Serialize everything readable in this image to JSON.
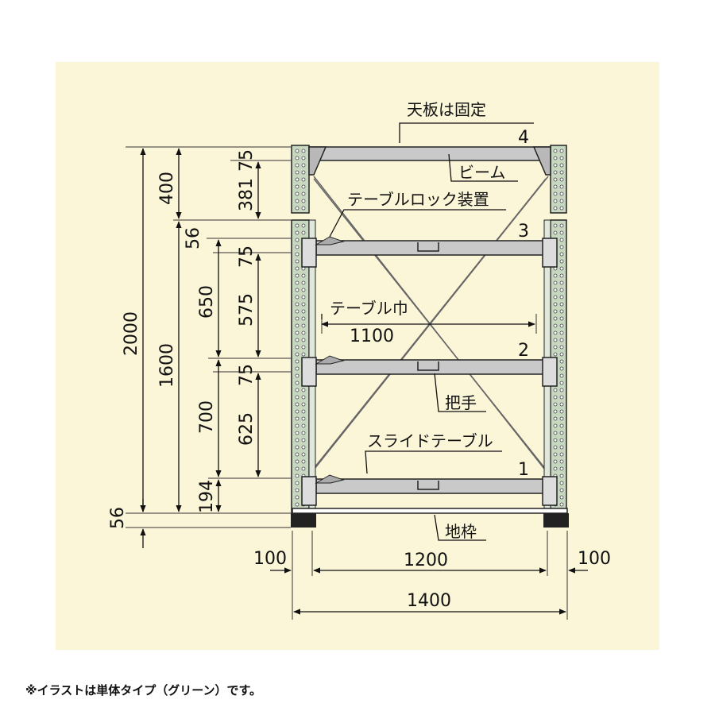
{
  "labels": {
    "top_fixed": "天板は固定",
    "beam": "ビーム",
    "table_lock": "テーブルロック装置",
    "table_width": "テーブル巾",
    "handle": "把手",
    "slide_table": "スライドテーブル",
    "base_frame": "地枠",
    "level_4": "4",
    "level_3": "3",
    "level_2": "2",
    "level_1": "1"
  },
  "dimensions": {
    "total_height": "2000",
    "lower_height": "1600",
    "top_gap": "400",
    "top_75": "75",
    "top_381": "381",
    "gap_56_upper": "56",
    "pitch_650": "650",
    "beam_75_a": "75",
    "inner_575": "575",
    "pitch_700": "700",
    "beam_75_b": "75",
    "inner_625": "625",
    "bottom_194": "194",
    "base_56": "56",
    "table_width": "1100",
    "side_left": "100",
    "inner_width": "1200",
    "side_right": "100",
    "total_width": "1400"
  },
  "colors": {
    "background": "#fbf6d8",
    "upright": "#c8d8c0",
    "beam": "#c9c9c9",
    "outline": "#222222"
  },
  "note": "※イラストは単体タイプ（グリーン）です。"
}
